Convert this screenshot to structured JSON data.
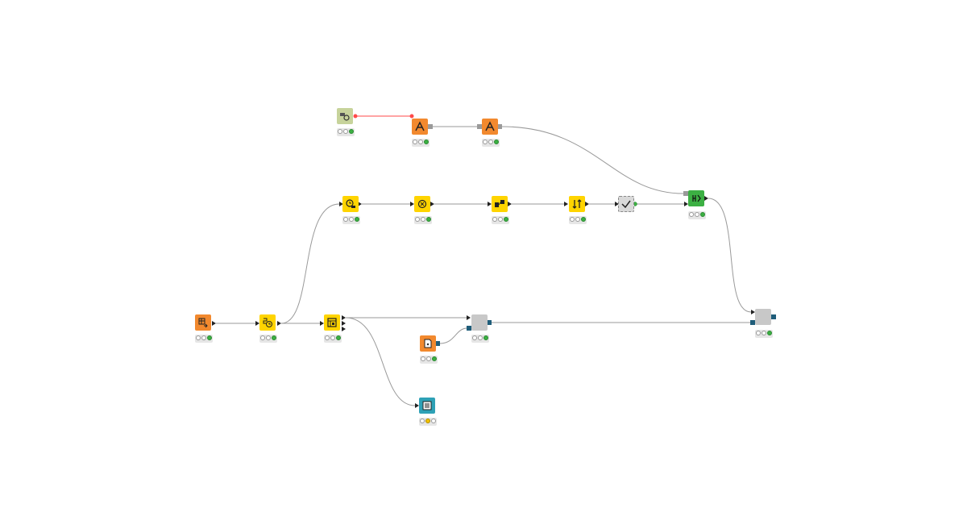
{
  "workflow": {
    "nodes": [
      {
        "id": "n1",
        "name": "variable-node",
        "color": "#c7d39b",
        "icon": "variable-icon",
        "status": [
          "off",
          "off",
          "green"
        ]
      },
      {
        "id": "n2",
        "name": "string-manipulation-node-1",
        "color": "#f2892e",
        "icon": "letter-a-icon",
        "status": [
          "off",
          "off",
          "green"
        ]
      },
      {
        "id": "n3",
        "name": "string-manipulation-node-2",
        "color": "#f2892e",
        "icon": "letter-a-icon",
        "status": [
          "off",
          "off",
          "green"
        ]
      },
      {
        "id": "n4",
        "name": "timer-manipulator-node",
        "color": "#ffd400",
        "icon": "clock-person-icon",
        "status": [
          "off",
          "off",
          "green"
        ]
      },
      {
        "id": "n5",
        "name": "scorer-node",
        "color": "#ffd400",
        "icon": "gear-plus-icon",
        "status": [
          "off",
          "off",
          "green"
        ]
      },
      {
        "id": "n6",
        "name": "splitter-node",
        "color": "#ffd400",
        "icon": "split-icon",
        "status": [
          "off",
          "off",
          "green"
        ]
      },
      {
        "id": "n7",
        "name": "sorter-node",
        "color": "#ffd400",
        "icon": "sort-arrows-icon",
        "status": [
          "off",
          "off",
          "green"
        ]
      },
      {
        "id": "n8",
        "name": "validator-metanode",
        "color": "#d9d9d9",
        "icon": "checkmark-icon",
        "status": []
      },
      {
        "id": "n9",
        "name": "report-writer-node",
        "color": "#3cb043",
        "icon": "report-icon",
        "status": [
          "off",
          "off",
          "green"
        ]
      },
      {
        "id": "n10",
        "name": "table-creator-node",
        "color": "#f2892e",
        "icon": "table-arrow-icon",
        "status": [
          "off",
          "off",
          "green"
        ]
      },
      {
        "id": "n11",
        "name": "date-time-node",
        "color": "#ffd400",
        "icon": "clock-calendar-icon",
        "status": [
          "off",
          "off",
          "green"
        ]
      },
      {
        "id": "n12",
        "name": "multi-output-splitter-node",
        "color": "#ffd400",
        "icon": "grid-arrow-icon",
        "status": [
          "off",
          "off",
          "green"
        ]
      },
      {
        "id": "n13",
        "name": "component-node-1",
        "color": "#c8c8c8",
        "icon": "",
        "status": [
          "off",
          "off",
          "green"
        ]
      },
      {
        "id": "n14",
        "name": "file-reader-node",
        "color": "#f2892e",
        "icon": "document-icon",
        "status": [
          "off",
          "off",
          "green"
        ]
      },
      {
        "id": "n15",
        "name": "table-view-node",
        "color": "#2ea1b6",
        "icon": "list-icon",
        "status": [
          "off",
          "yellow",
          "off"
        ]
      },
      {
        "id": "n16",
        "name": "component-node-2",
        "color": "#c8c8c8",
        "icon": "",
        "status": [
          "off",
          "off",
          "green"
        ]
      }
    ]
  },
  "colors": {
    "connection": "#9a9a9a",
    "variable_connection": "#ff4a4a",
    "canvas_background": "#ffffff"
  }
}
